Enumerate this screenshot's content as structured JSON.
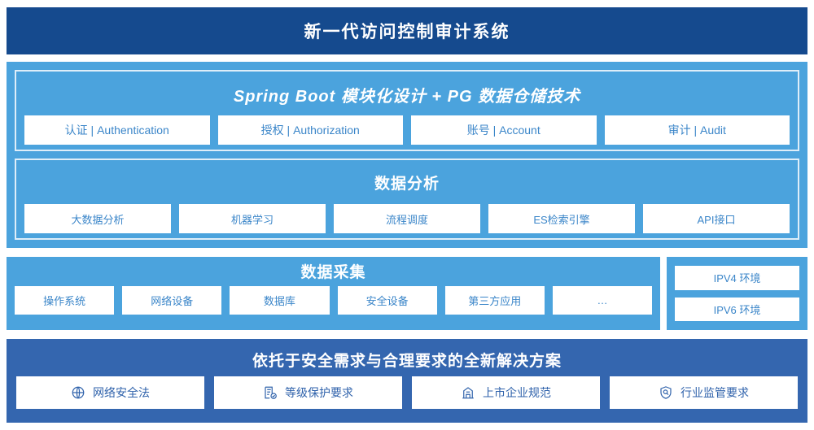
{
  "header": {
    "title": "新一代访问控制审计系统"
  },
  "colors": {
    "header_navy": "#154a8e",
    "panel_blue": "#4ba3dd",
    "footer_blue": "#3466af",
    "chip_text_blue": "#3b86c9",
    "footer_chip_text": "#2f62ab",
    "chip_background": "#ffffff"
  },
  "platform_section": {
    "framework": {
      "title": "Spring Boot 模块化设计 + PG 数据仓储技术",
      "modules": [
        {
          "label": "认证 | Authentication"
        },
        {
          "label": "授权 | Authorization"
        },
        {
          "label": "账号 | Account"
        },
        {
          "label": "审计 | Audit"
        }
      ]
    },
    "analytics": {
      "title": "数据分析",
      "modules": [
        {
          "label": "大数据分析"
        },
        {
          "label": "机器学习"
        },
        {
          "label": "流程调度"
        },
        {
          "label": "ES检索引擎"
        },
        {
          "label": "API接口"
        }
      ]
    }
  },
  "collection_section": {
    "title": "数据采集",
    "sources": [
      {
        "label": "操作系统"
      },
      {
        "label": "网络设备"
      },
      {
        "label": "数据库"
      },
      {
        "label": "安全设备"
      },
      {
        "label": "第三方应用"
      },
      {
        "label": "…"
      }
    ],
    "environments": [
      {
        "label": "IPV4 环境"
      },
      {
        "label": "IPV6 环境"
      }
    ]
  },
  "solution_section": {
    "title": "依托于安全需求与合理要求的全新解决方案",
    "items": [
      {
        "label": "网络安全法",
        "icon": "globe-icon"
      },
      {
        "label": "等级保护要求",
        "icon": "document-check-icon"
      },
      {
        "label": "上市企业规范",
        "icon": "bank-icon"
      },
      {
        "label": "行业监管要求",
        "icon": "shield-search-icon"
      }
    ]
  }
}
